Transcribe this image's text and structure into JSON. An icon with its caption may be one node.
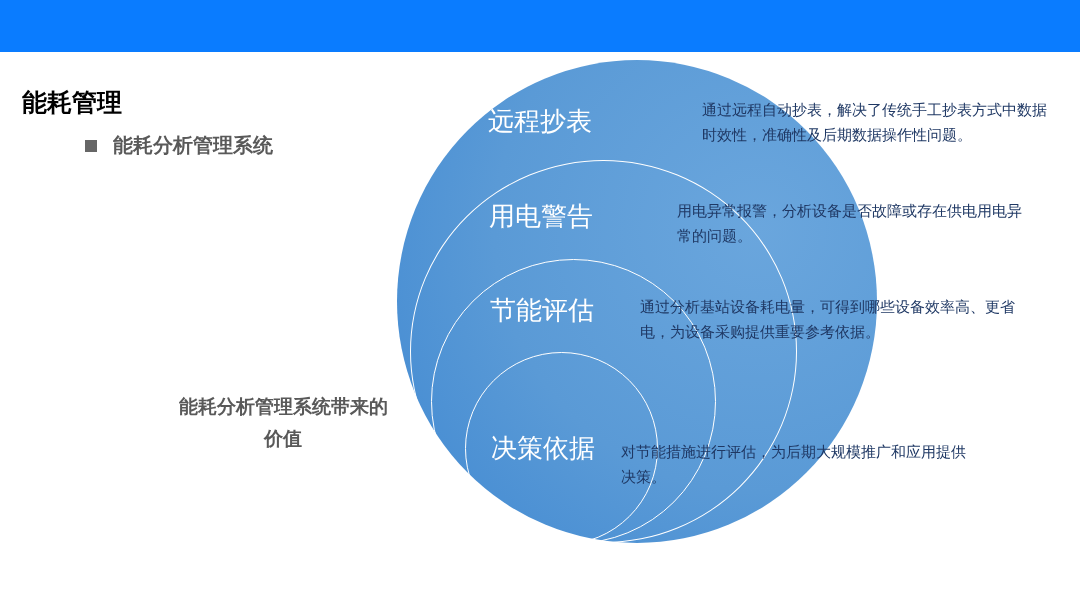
{
  "diagram": {
    "title": "能耗管理",
    "nodes": [
      {
        "text": [
          "远程抄表"
        ],
        "beside": [
          "通过远程自动抄表，解决了传统手工抄表方式中数据时效性，准确性及后期数据操作性问题。"
        ]
      },
      {
        "text": [
          "用电警告"
        ],
        "in": 0,
        "beside": [
          "用电异常报警，分析设备是否故障或存在供电用电异常的问题。"
        ]
      },
      {
        "text": [
          "节能评估"
        ],
        "in": 1,
        "beside": [
          "通过分析基站设备耗电量，可得到哪些设备效率高、更省电，为设备采购提供重要参考依据。"
        ]
      },
      {
        "text": [
          "决策依据"
        ],
        "in": 2,
        "beside": [
          "对节能措施进行评估，为后期大规模推广和应用提供决策。"
        ]
      }
    ],
    "labels": [
      "能耗分析管理系统",
      "能耗分析管理系统带来的价值"
    ]
  }
}
